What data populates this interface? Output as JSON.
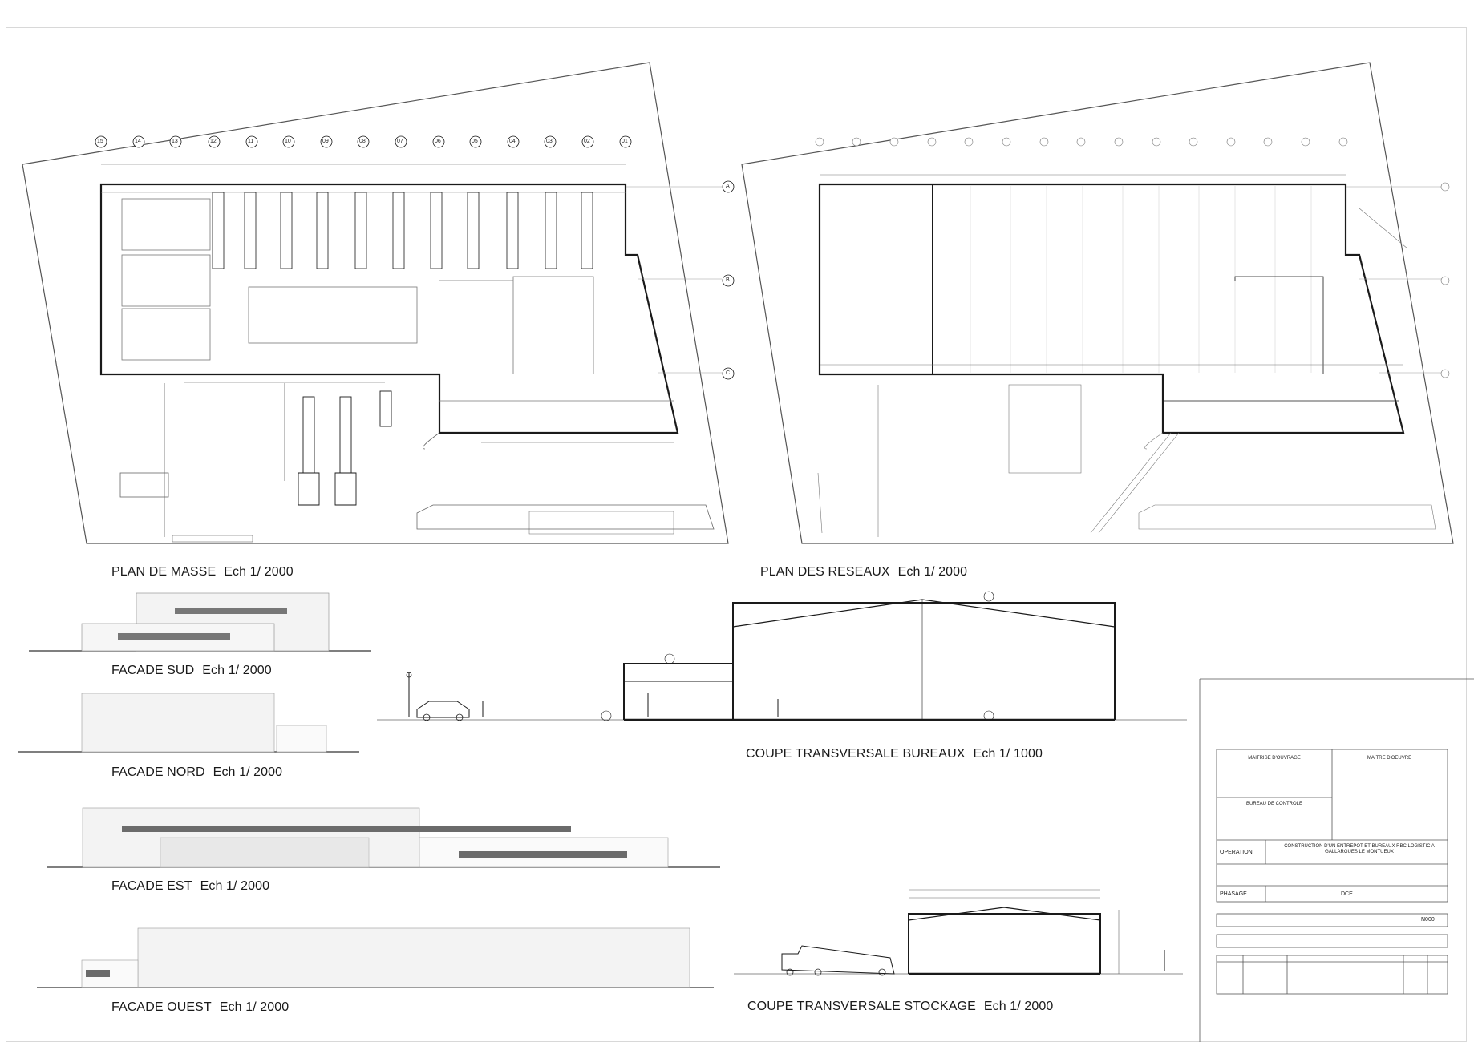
{
  "views": {
    "plan_masse": {
      "title": "PLAN DE MASSE",
      "scale": "Ech 1/ 2000"
    },
    "plan_reseaux": {
      "title": "PLAN DES RESEAUX",
      "scale": "Ech 1/ 2000"
    },
    "facade_sud": {
      "title": "FACADE SUD",
      "scale": "Ech 1/ 2000"
    },
    "facade_nord": {
      "title": "FACADE NORD",
      "scale": "Ech 1/ 2000"
    },
    "facade_est": {
      "title": "FACADE EST",
      "scale": "Ech 1/ 2000"
    },
    "facade_ouest": {
      "title": "FACADE OUEST",
      "scale": "Ech 1/ 2000"
    },
    "coupe_bureaux": {
      "title": "COUPE TRANSVERSALE BUREAUX",
      "scale": "Ech 1/ 1000"
    },
    "coupe_stockage": {
      "title": "COUPE TRANSVERSALE STOCKAGE",
      "scale": "Ech 1/ 2000"
    }
  },
  "grid_axes": {
    "columns": [
      "15",
      "14",
      "13",
      "12",
      "11",
      "10",
      "09",
      "08",
      "07",
      "06",
      "05",
      "04",
      "03",
      "02",
      "01"
    ],
    "rows": [
      "A",
      "B",
      "C"
    ]
  },
  "title_block": {
    "maitrise_ouvrage_label": "MAITRISE D'OUVRAGE",
    "maitre_oeuvre_label": "MAITRE D'OEUVRE",
    "bureau_controle_label": "BUREAU DE CONTROLE",
    "operation_label": "OPERATION",
    "operation_value": "CONSTRUCTION D'UN ENTREPOT ET BUREAUX RBC LOGISTIC A GALLARGUES LE MONTUEUX",
    "phasage_label": "PHASAGE",
    "phasage_value": "DCE",
    "indice": "N000"
  },
  "colors": {
    "line": "#1a1a1a",
    "thin": "#888888",
    "hatch": "#6b6b6b",
    "bg": "#ffffff"
  }
}
